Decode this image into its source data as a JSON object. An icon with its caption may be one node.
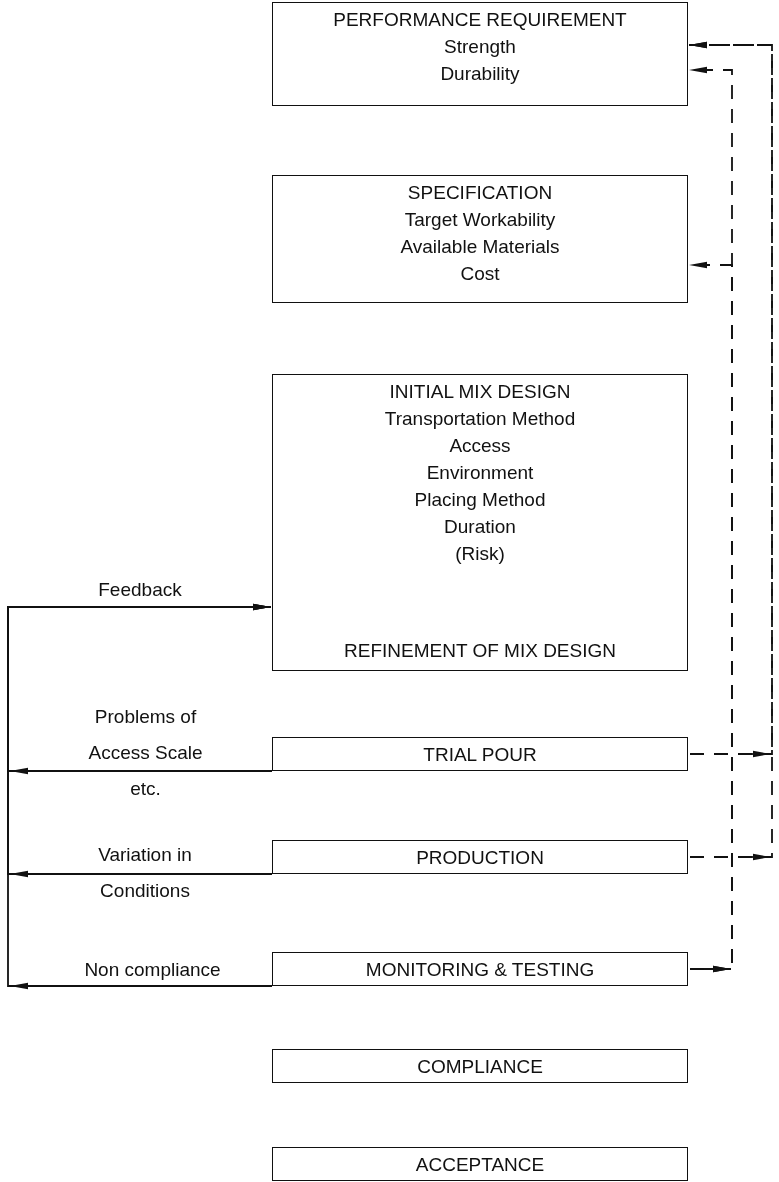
{
  "diagram": {
    "nodes": [
      {
        "text": [
          "PERFORMANCE REQUIREMENT",
          "Strength",
          "Durability"
        ]
      },
      {
        "text": [
          "SPECIFICATION",
          "Target Workability",
          "Available Materials",
          "Cost"
        ]
      },
      {
        "text": [
          "INITIAL MIX DESIGN",
          "Transportation Method",
          "Access",
          "Environment",
          "Placing Method",
          "Duration",
          "(Risk)",
          "REFINEMENT OF MIX DESIGN"
        ]
      },
      {
        "text": [
          "TRIAL POUR"
        ]
      },
      {
        "text": [
          "PRODUCTION"
        ]
      },
      {
        "text": [
          "MONITORING & TESTING"
        ]
      },
      {
        "text": [
          "COMPLIANCE"
        ]
      },
      {
        "text": [
          "ACCEPTANCE"
        ]
      }
    ],
    "edges": [
      {
        "from": 3,
        "to": 2,
        "arrow": "to",
        "label": "Problems of Access Scale etc."
      },
      {
        "from": 4,
        "to": 2,
        "arrow": "to",
        "label": "Variation in Conditions"
      },
      {
        "from": 5,
        "to": 2,
        "arrow": "to",
        "label": "Non compliance"
      },
      {
        "from": 5,
        "to": 0,
        "arrow": "to",
        "style": "dashed"
      },
      {
        "from": 5,
        "to": 1,
        "arrow": "to",
        "style": "dashed"
      },
      {
        "from": 3,
        "to": 0,
        "arrow": "to",
        "style": "dashed"
      },
      {
        "from": 4,
        "to": 0,
        "arrow": "to",
        "style": "dashed"
      }
    ],
    "labels": [
      "Feedback"
    ]
  }
}
